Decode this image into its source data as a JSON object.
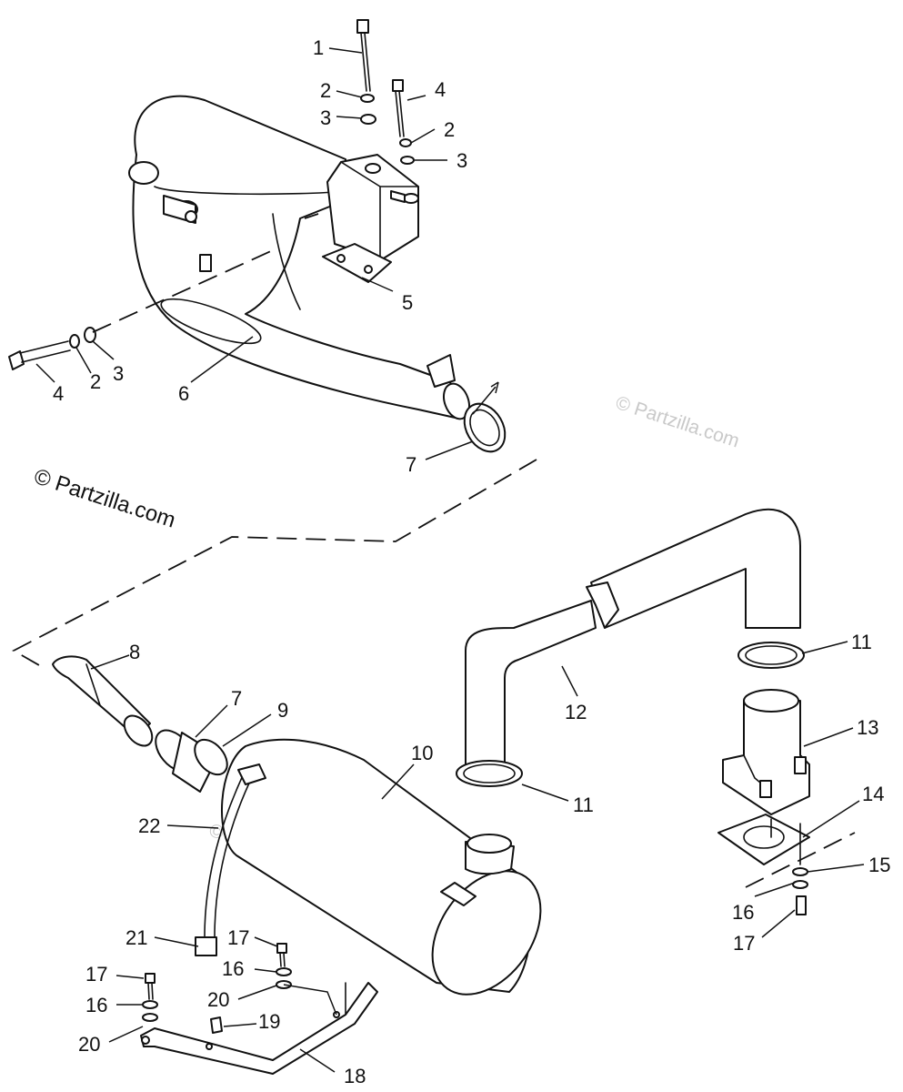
{
  "watermark": "© Partzilla.com",
  "copyright": "© Partzilla.com",
  "callouts": {
    "c1": "1",
    "c2a": "2",
    "c3a": "3",
    "c4a": "4",
    "c2b": "2",
    "c3b": "3",
    "c5": "5",
    "c4b": "4",
    "c2c": "2",
    "c3c": "3",
    "c6": "6",
    "c7a": "7",
    "c8": "8",
    "c7b": "7",
    "c9": "9",
    "c10": "10",
    "c11a": "11",
    "c12": "12",
    "c13": "13",
    "c11b": "11",
    "c14": "14",
    "c15": "15",
    "c16a": "16",
    "c17a": "17",
    "c22": "22",
    "c21": "21",
    "c17b": "17",
    "c16b": "16",
    "c17c": "17",
    "c16c": "16",
    "c20a": "20",
    "c19": "19",
    "c20b": "20",
    "c18": "18"
  }
}
